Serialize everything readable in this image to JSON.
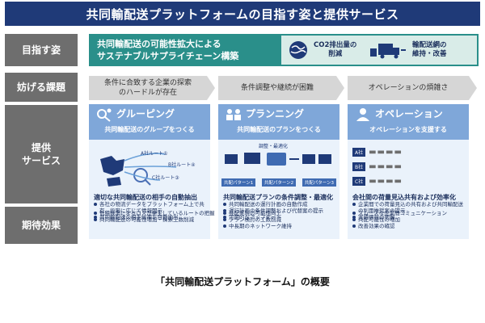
{
  "title": "共同輸配送プラットフォームの目指す姿と提供サービス",
  "rows": {
    "goal": "目指す姿",
    "obstacles": "妨げる課題",
    "services": "提供\nサービス",
    "effects": "期待効果"
  },
  "goal": {
    "main": "共同輸配送の可能性拡大による\nサステナブルサプライチェーン構築",
    "item1": "CO2排出量の\n削減",
    "item2": "輸配送網の\n維持・改善"
  },
  "obstacles": [
    "条件に合致する企業の探索\nのハードルが存在",
    "条件調整や継続が困難",
    "オペレーションの煩雑さ"
  ],
  "columns": [
    {
      "title": "グルーピング",
      "subtitle": "共同輸配送のグループをつくる",
      "body_title": "適切な共同輸配送の相手の自動抽出",
      "bullets": [
        "各社の物流データをプラットフォーム上で共有、段階に応じて情報開示",
        "共同輸配送の相手候補を自動抽出"
      ],
      "figure_labels": [
        "A社ルート①",
        "B社ルート④",
        "C社ルート③"
      ],
      "effects": [
        "低積載率によるロスが発生しているルートの把握",
        "共同輸配送の可能性増加・探索工数削減"
      ]
    },
    {
      "title": "プランニング",
      "subtitle": "共同輸配送のプランをつくる",
      "body_title": "共同輸配送プランの条件調整・最適化",
      "bullets": [
        "共同輸配送の運行計画の自動作成",
        "運行計画の条件調整および代替案の提示",
        "定期的なアップデート"
      ],
      "figure_labels": [
        "調整・最適化",
        "共配パターン1",
        "共配パターン2",
        "共配パターン3"
      ],
      "effects": [
        "共配実現の可能性向上",
        "プラン検討の工数削減",
        "中長期のネットワーク維持"
      ]
    },
    {
      "title": "オペレーション",
      "subtitle": "オペレーションを支援する",
      "body_title": "会社間の荷量見込共有および効率化",
      "bullets": [
        "企業間での荷量見込の共有および共同輸配送の利用推奨案の提示",
        "実績情報の把握"
      ],
      "figure_labels": [
        "A社",
        "B社",
        "C社"
      ],
      "effects": [
        "スムーズな企業間コミュニケーション",
        "共配可能性の増加",
        "改善効果の確認"
      ]
    }
  ],
  "caption": "「共同輸配送プラットフォーム」の概要",
  "colors": {
    "title_bg": "#1f3a78",
    "label_bg": "#6e6e6e",
    "goal_teal": "#2a8f8a",
    "col_head": "#7fa7d9",
    "col_panel": "#eaf2fb",
    "obstacle_bg": "#d6d6d6"
  }
}
